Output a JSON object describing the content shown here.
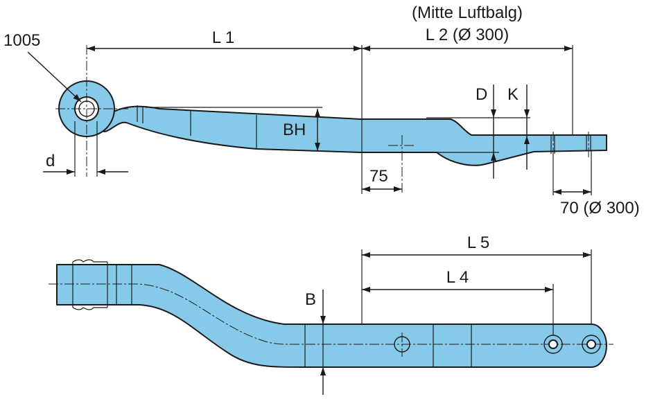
{
  "labels": {
    "part_no": "1005",
    "mitte": "(Mitte Luftbalg)",
    "l1": "L 1",
    "l2": "L 2 (Ø 300)",
    "d_upper": "D",
    "k": "K",
    "bh": "BH",
    "d_lower": "d",
    "dim75": "75",
    "dim70": "70 (Ø 300)",
    "l5": "L 5",
    "l4": "L 4",
    "b": "B"
  },
  "colors": {
    "part_fill": "#86c9e9",
    "line": "#1a1a1a"
  }
}
